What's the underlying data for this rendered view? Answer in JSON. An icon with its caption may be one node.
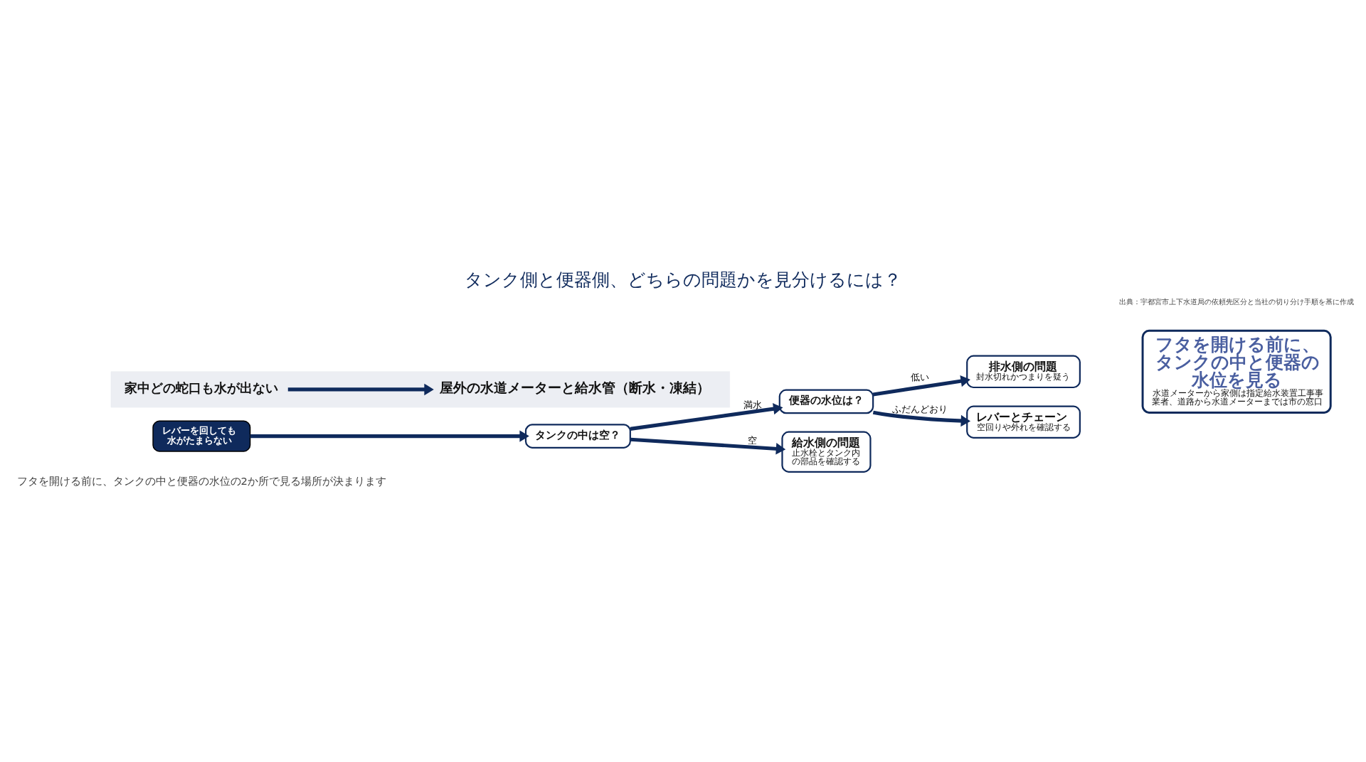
{
  "diagram": {
    "title": "タンク側と便器側、どちらの問題かを見分けるには？",
    "nodes": [
      {
        "text": [
          "レバーを回しても水がたまらない"
        ]
      },
      {
        "text": [
          "タンクの中は空？"
        ]
      },
      {
        "text": [
          "便器の水位は？"
        ]
      },
      {
        "text": [
          "給水側の問題",
          "止水栓とタンク内の部品を確認する"
        ]
      },
      {
        "text": [
          "排水側の問題",
          "封水切れかつまりを疑う"
        ]
      },
      {
        "text": [
          "レバーとチェーン",
          "空回りや外れを確認する"
        ]
      },
      {
        "text": [
          "フタを開ける前に、タンクの中と便器の水位を見る",
          "水道メーターから家側は指定給水装置工事事業者、道路から水道メーターまでは市の窓口"
        ]
      },
      {
        "text": [],
        "shape": "box"
      },
      {
        "text": [
          "家中どの蛇口も水が出ない"
        ],
        "in": 7
      },
      {
        "text": [
          "屋外の水道メーターと給水管（断水・凍結）"
        ],
        "in": 7
      }
    ],
    "edges": [
      {
        "from": 0,
        "to": 1,
        "arrow": "to"
      },
      {
        "from": 1,
        "to": 3,
        "arrow": "to",
        "label": "空"
      },
      {
        "from": 1,
        "to": 2,
        "arrow": "to",
        "label": "満水"
      },
      {
        "from": 2,
        "to": 4,
        "arrow": "to",
        "label": "低い"
      },
      {
        "from": 2,
        "to": 5,
        "arrow": "to",
        "label": "ふだんどおり"
      },
      {
        "from": 8,
        "to": 9,
        "arrow": "to"
      }
    ],
    "labels": [
      "フタを開ける前に、タンクの中と便器の水位の2か所で見る場所が決まります",
      "出典：宇都宮市上下水道局の依頼先区分と当社の切り分け手順を基に作成"
    ]
  }
}
